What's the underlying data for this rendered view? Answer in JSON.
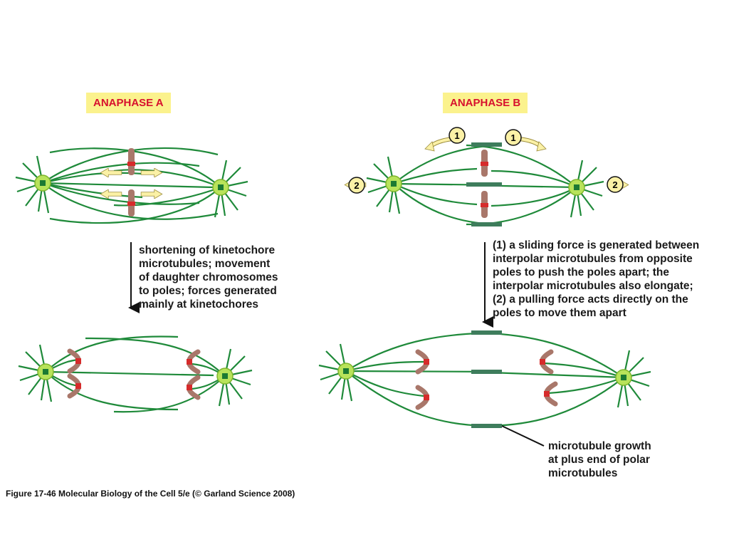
{
  "labels": {
    "anaphase_a": "ANAPHASE A",
    "anaphase_b": "ANAPHASE B"
  },
  "markers": {
    "one": "1",
    "two": "2"
  },
  "text_a": [
    "shortening of kinetochore",
    "microtubules; movement",
    "of daughter chromosomes",
    "to poles; forces generated",
    "mainly at kinetochores"
  ],
  "text_b": [
    "(1) a sliding force is generated between",
    "interpolar microtubules from opposite",
    "poles to push the poles apart; the",
    "interpolar microtubules also elongate;",
    "(2) a pulling force acts directly on the",
    "poles to move them apart"
  ],
  "growth_note": [
    "microtubule growth",
    "at plus end of polar",
    "microtubules"
  ],
  "caption": "Figure 17-46  Molecular Biology of the Cell 5/e (© Garland Science 2008)",
  "colors": {
    "microtubule": "#1f8a3a",
    "pole": "#b8e35a",
    "kinetochore": "#d62b2b",
    "chromosome": "#a9776a",
    "label_bg": "#fbf28d",
    "label_text": "#d7102e",
    "arrow_fill": "#fbf1a6",
    "overlap": "#3e7d5c"
  }
}
